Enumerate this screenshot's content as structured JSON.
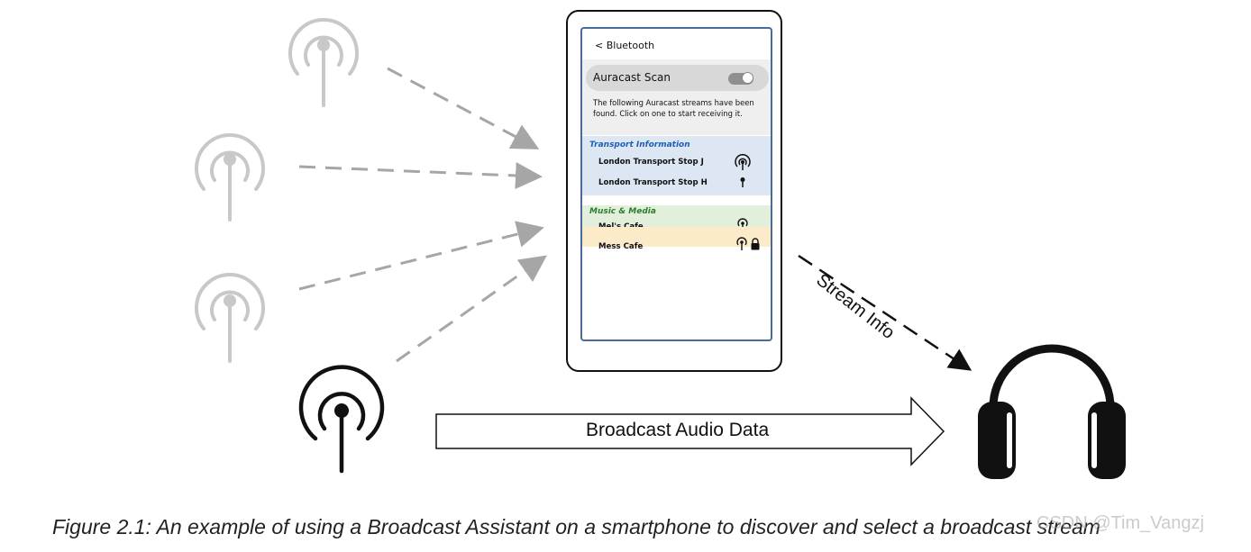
{
  "phone": {
    "back_label": "< Bluetooth",
    "scan_label": "Auracast Scan",
    "scan_toggle_on": true,
    "scan_description": "The following Auracast streams have been found.  Click on one to start receiving it.",
    "sections": [
      {
        "title": "Transport Information",
        "color": "#1f5fb4",
        "items": [
          {
            "label": "London Transport Stop J",
            "icon": "broadcast-icon"
          },
          {
            "label": "London Transport Stop H",
            "icon": "pin-icon"
          }
        ]
      },
      {
        "title": "Music & Media",
        "color": "#2e7d2e",
        "items": [
          {
            "label": "Mel's Cafe",
            "icon": "broadcast-icon"
          },
          {
            "label": "Mess Cafe",
            "icon": "broadcast-lock-icon"
          }
        ]
      }
    ]
  },
  "diagram": {
    "stream_info_label": "Stream Info",
    "broadcast_label": "Broadcast Audio Data",
    "gray_color": "#c8c8c8",
    "active_color": "#111111"
  },
  "caption": "Figure 2.1: An example of using a Broadcast Assistant on a smartphone to discover and select a broadcast stream",
  "watermark": "CSDN @Tim_Vangzj"
}
